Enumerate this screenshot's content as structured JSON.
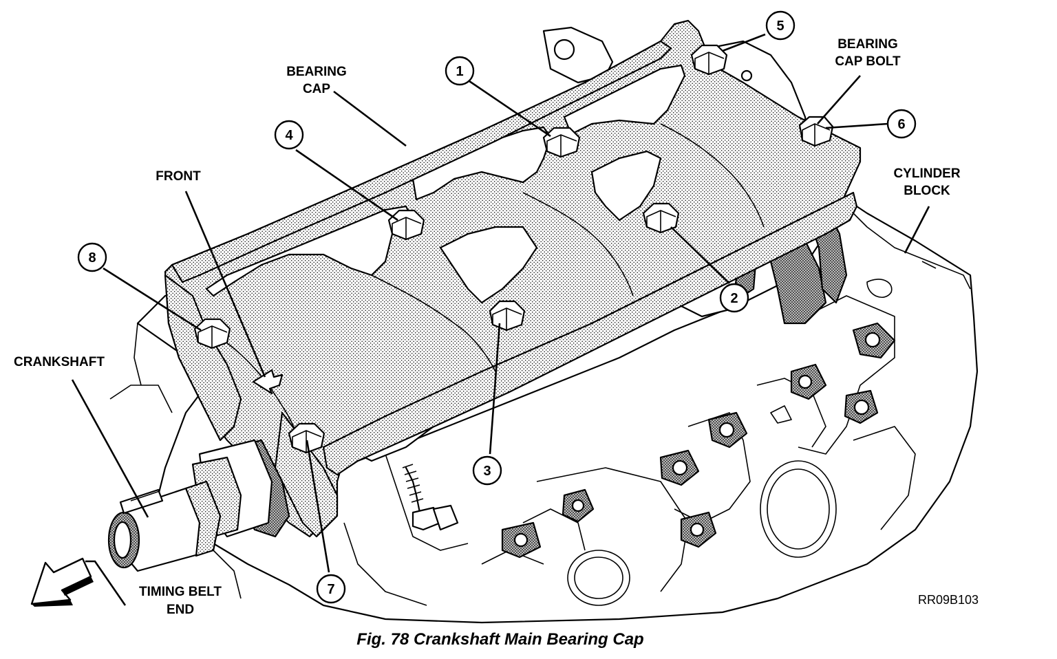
{
  "figure": {
    "caption": "Fig. 78 Crankshaft Main Bearing Cap",
    "code": "RR09B103"
  },
  "labels": {
    "bearing_cap": [
      "BEARING",
      "CAP"
    ],
    "bearing_cap_bolt": [
      "BEARING",
      "CAP BOLT"
    ],
    "cylinder_block": [
      "CYLINDER",
      "BLOCK"
    ],
    "front": "FRONT",
    "crankshaft": "CRANKSHAFT",
    "timing_belt_end": [
      "TIMING BELT",
      "END"
    ]
  },
  "bolt_numbers": [
    "1",
    "2",
    "3",
    "4",
    "5",
    "6",
    "7",
    "8"
  ]
}
